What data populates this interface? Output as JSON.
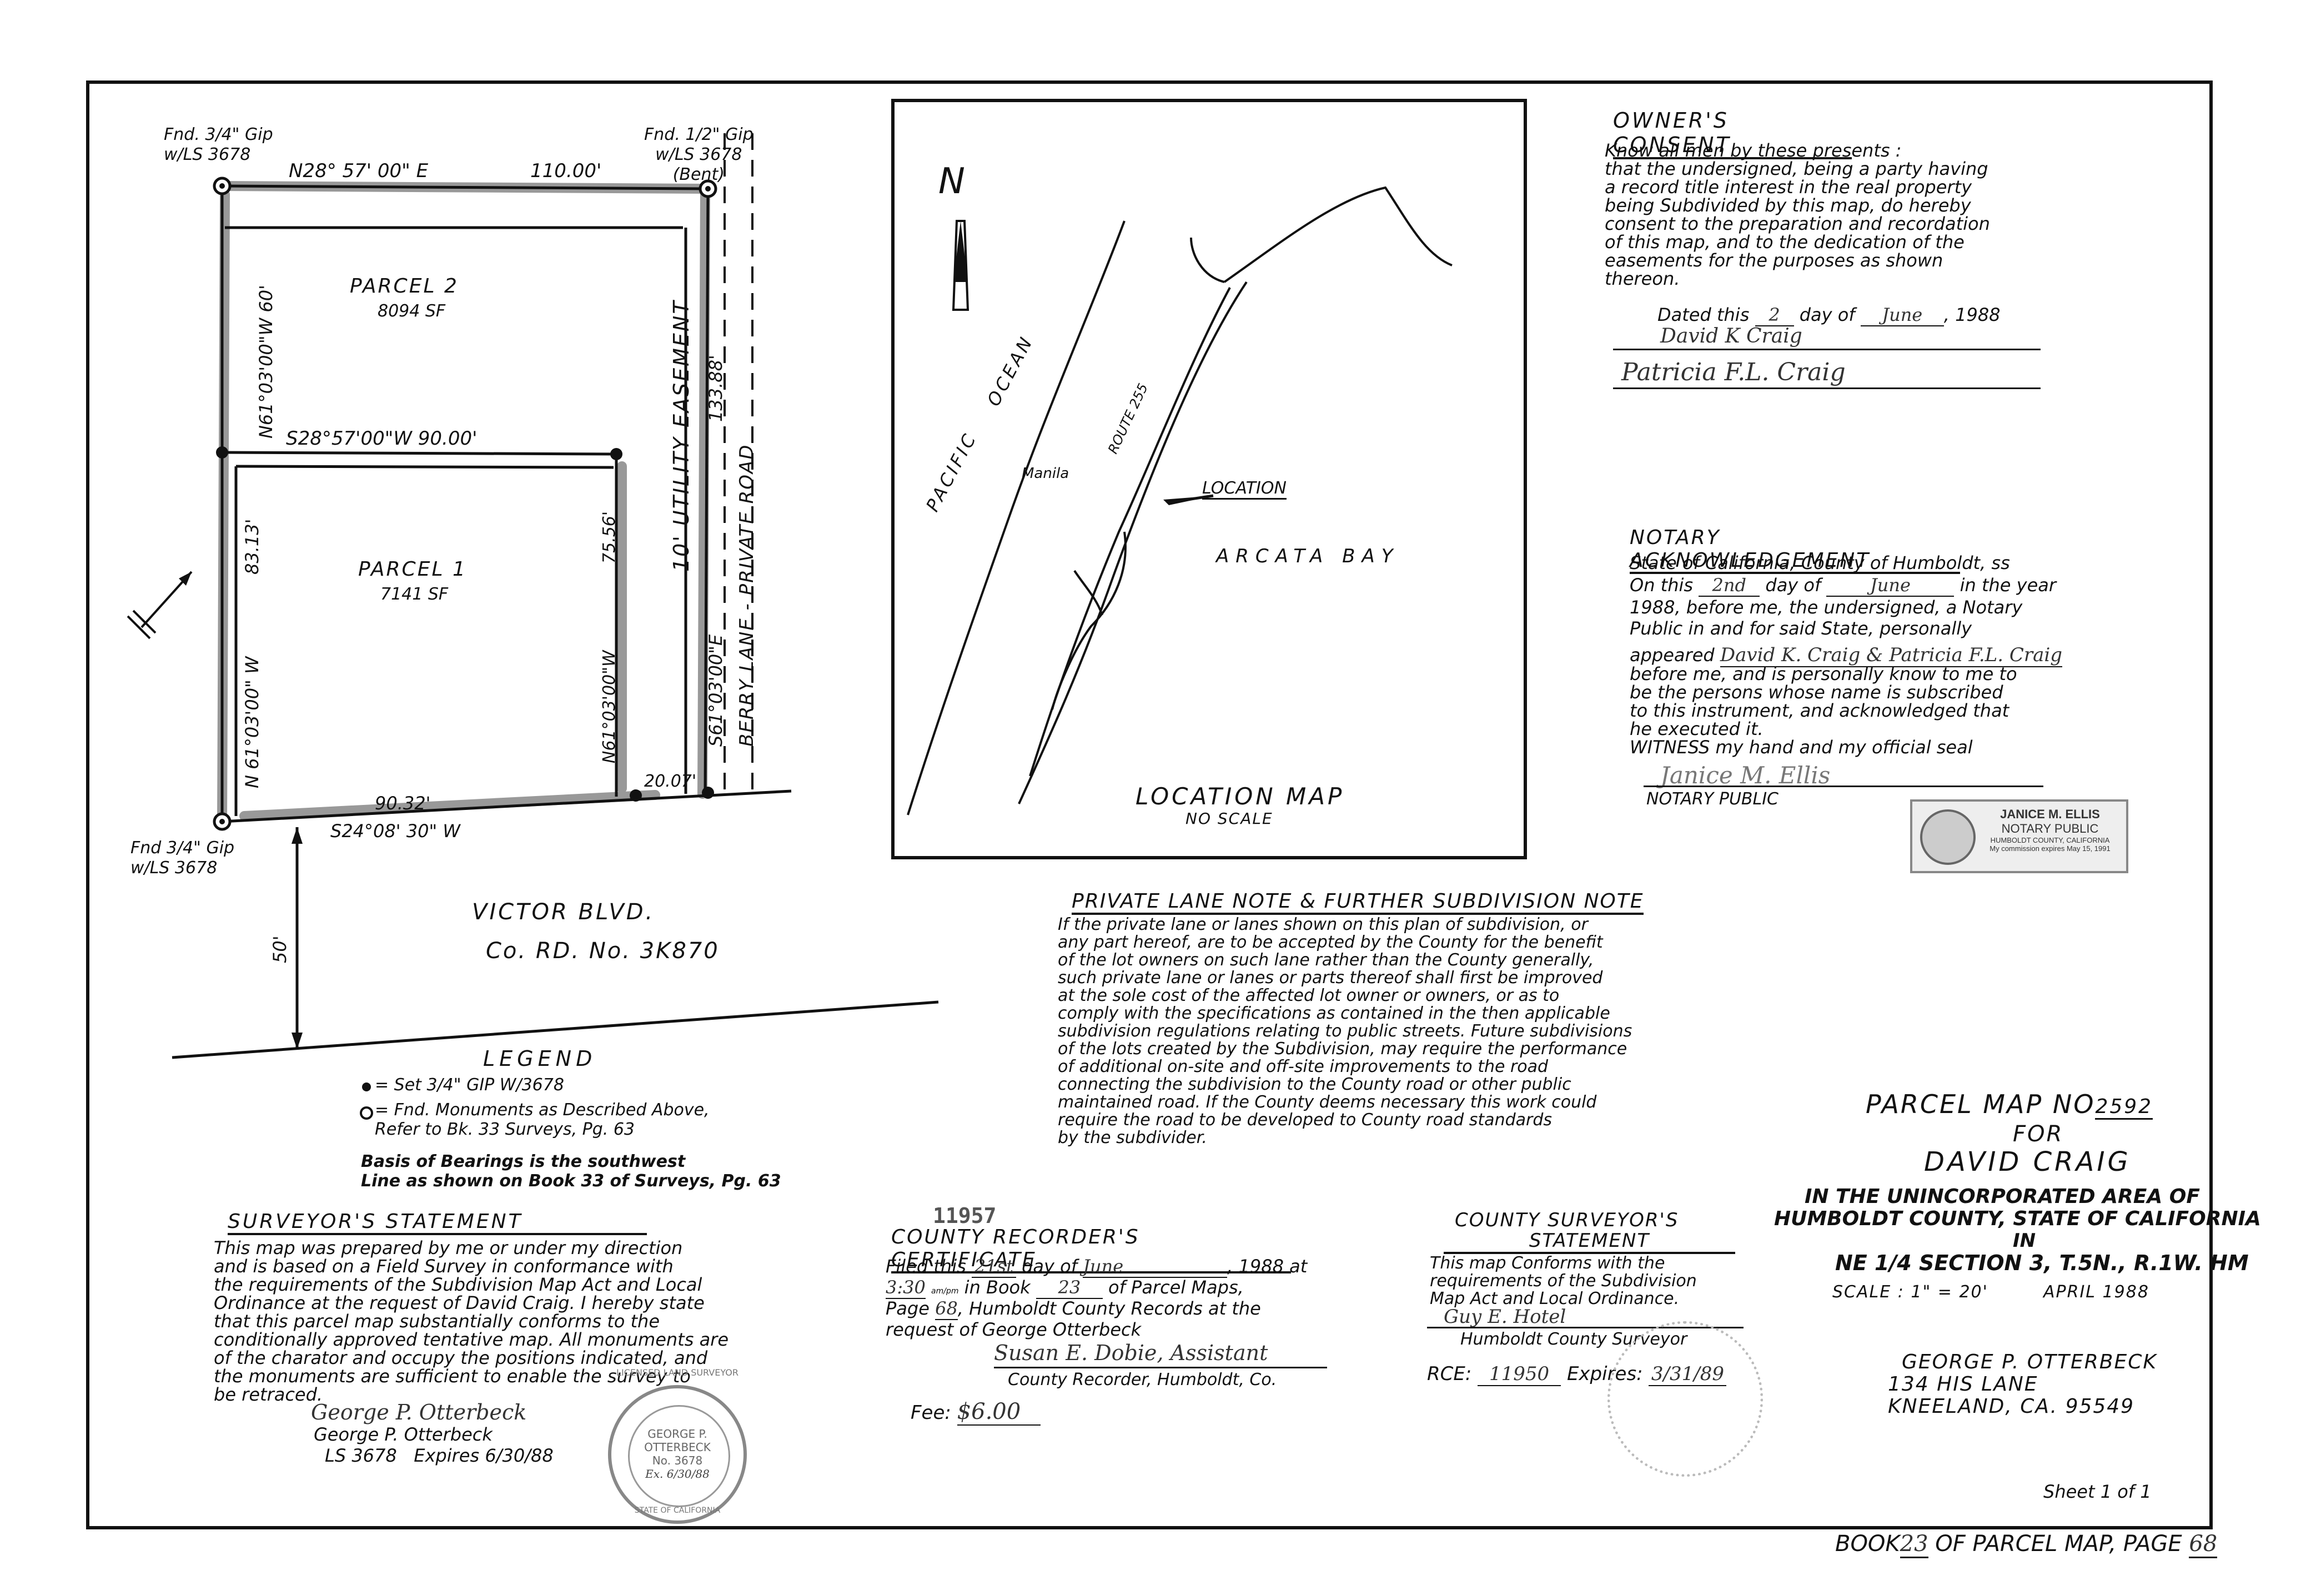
{
  "plat": {
    "fnd_nw": [
      "Fnd. 3/4\" Gip",
      "w/LS 3678"
    ],
    "fnd_ne": [
      "Fnd. 1/2\" Gip",
      "w/LS 3678",
      "(Bent)"
    ],
    "fnd_sw": [
      "Fnd 3/4\" Gip",
      "w/LS 3678"
    ],
    "top_bearing": "N28° 57' 00\" E",
    "top_distance": "110.00'",
    "mid_bearing": "S28°57'00\"W 90.00'",
    "parcel2": {
      "name": "PARCEL 2",
      "area": "8094 SF"
    },
    "parcel1": {
      "name": "PARCEL 1",
      "area": "7141 SF"
    },
    "left_upper_bearing": "N61°03'00\"W 60'",
    "left_lower_bearing": "N 61°03'00\" W",
    "left_lower_distance": "83.13'",
    "inner_bearing": "N61°03'00\"W",
    "inner_distance": "75.56'",
    "easement": "10' UTILITY EASEMENT",
    "east_bearing": "S61°03'00\"E",
    "east_distance": "133.88'",
    "berry_lane": "BERRY LANE - PRIVATE ROAD",
    "bottom_distance": "90.32'",
    "bottom_bearing": "S24°08' 30\" W",
    "bottom_small": "20.07'",
    "road_width": "50'",
    "road_name": "VICTOR BLVD.",
    "road_no": "Co. RD. No. 3K870"
  },
  "location_map": {
    "ocean": [
      "PACIFIC",
      "OCEAN"
    ],
    "route": "ROUTE 255",
    "town": "Manila",
    "location_label": "LOCATION",
    "bay": "ARCATA BAY",
    "north": "N",
    "title": "LOCATION MAP",
    "scale": "NO SCALE"
  },
  "owners_consent": {
    "title": "OWNER'S CONSENT",
    "text": "Know all men by these presents :\nthat the undersigned, being a party having\na record title interest in the real property\nbeing Subdivided by this map, do hereby\nconsent to the preparation and recordation\nof this map, and to the dedication of the\neasements for the purposes as shown\nthereon.",
    "dated_prefix": "Dated this",
    "day": "2",
    "day_of": "day of",
    "month": "June",
    "year": ", 1988",
    "sig1": "David K Craig",
    "sig2": "Patricia F.L. Craig"
  },
  "notary": {
    "title": "NOTARY ACKNOWLEDGEMENT",
    "line1": "State of California, County of Humboldt, ss",
    "on_this": "On this",
    "day": "2nd",
    "day_of": "day of",
    "month": "June",
    "in_year": "in the year",
    "line3": "1988, before me, the undersigned, a Notary",
    "line4": "Public in and for said State, personally",
    "appeared": "appeared",
    "names": "David K. Craig & Patricia F.L. Craig",
    "rest": "before me, and is personally know to me to\nbe the persons whose name is subscribed\nto this instrument, and acknowledged that\nhe executed it.",
    "witness": "WITNESS my hand and my official seal",
    "signature": "Janice M. Ellis",
    "notary_public": "NOTARY PUBLIC",
    "stamp": [
      "JANICE M. ELLIS",
      "NOTARY PUBLIC",
      "HUMBOLDT COUNTY, CALIFORNIA",
      "My commission expires May 15, 1991"
    ]
  },
  "private_lane": {
    "title": "PRIVATE LANE NOTE & FURTHER SUBDIVISION NOTE",
    "text": "If the private lane or lanes shown on this plan of subdivision, or\nany part hereof, are to be accepted by the County for the benefit\nof the lot owners on such lane rather than the County generally,\nsuch private lane or lanes or parts thereof shall first be improved\nat the sole cost of the affected lot owner or owners, or as to\ncomply with the specifications as contained in the then applicable\nsubdivision regulations relating to public streets. Future subdivisions\nof the lots created by the Subdivision, may require the performance\nof additional on-site and off-site improvements to the road\nconnecting the subdivision to the County road or other public\nmaintained road. If the County deems necessary this work could\nrequire the road to be developed to County road standards\nby the subdivider."
  },
  "legend": {
    "title": "LEGEND",
    "item1": "= Set 3/4\" GIP W/3678",
    "item2": "= Fnd. Monuments as Described Above,\nRefer to Bk. 33 Surveys, Pg. 63",
    "basis": "Basis of Bearings is the southwest\nLine as shown on Book 33 of Surveys, Pg. 63"
  },
  "surveyor": {
    "title": "SURVEYOR'S STATEMENT",
    "text": "This map was prepared by me or under my direction\nand is based on a Field Survey in conformance with\nthe requirements of the Subdivision Map Act and Local\nOrdinance at the request of David Craig. I hereby state\nthat this parcel map substantially conforms to the\nconditionally approved tentative map. All monuments are\nof the charator and occupy the positions indicated, and\nthe monuments are sufficient to enable the survey to\nbe retraced.",
    "signature": "George P. Otterbeck",
    "name": "George P. Otterbeck",
    "ls": "LS 3678   Expires 6/30/88",
    "seal": [
      "LICENSED LAND SURVEYOR",
      "GEORGE P.",
      "OTTERBECK",
      "No. 3678",
      "Ex. 6/30/88",
      "STATE OF CALIFORNIA"
    ]
  },
  "recorder": {
    "number": "11957",
    "title": "COUNTY RECORDER'S CERTIFICATE",
    "filed": "Filed this",
    "day": "21st",
    "day_of": "day of",
    "month": "June",
    "year_at": ", 1988 at",
    "time": "3:30",
    "ampm": "am/pm",
    "in_book": "in Book",
    "book": "23",
    "of_parcel": "of Parcel Maps,",
    "page_label": "Page",
    "page": "68",
    "records": ", Humboldt County Records at the",
    "request": "request of George Otterbeck",
    "signature": "Susan E. Dobie, Assistant",
    "recorder_line": "County Recorder, Humboldt, Co.",
    "fee_label": "Fee:",
    "fee": "$6.00"
  },
  "county_surveyor": {
    "title1": "COUNTY SURVEYOR'S",
    "title2": "STATEMENT",
    "text": "This map Conforms with the\nrequirements of the Subdivision\nMap Act and Local Ordinance.",
    "signature": "Guy E. Hotel",
    "line": "Humboldt County Surveyor",
    "rce_label": "RCE:",
    "rce": "11950",
    "expires_label": "Expires:",
    "expires": "3/31/89"
  },
  "title_block": {
    "parcel_map": "PARCEL MAP NO",
    "map_no": "2592",
    "for": "FOR",
    "owner": "DAVID CRAIG",
    "area1": "IN THE UNINCORPORATED AREA OF",
    "area2": "HUMBOLDT COUNTY, STATE OF CALIFORNIA",
    "in": "IN",
    "section": "NE 1/4 SECTION 3, T.5N., R.1W. HM",
    "scale": "SCALE : 1\" = 20'",
    "date": "APRIL 1988",
    "surveyor_name": "GEORGE P. OTTERBECK",
    "address1": "134 HIS LANE",
    "address2": "KNEELAND, CA. 95549"
  },
  "sheet": "Sheet 1 of 1",
  "footer": {
    "book_label": "BOOK",
    "book": "23",
    "of_parcel": "OF PARCEL MAP, PAGE",
    "page": "68"
  }
}
